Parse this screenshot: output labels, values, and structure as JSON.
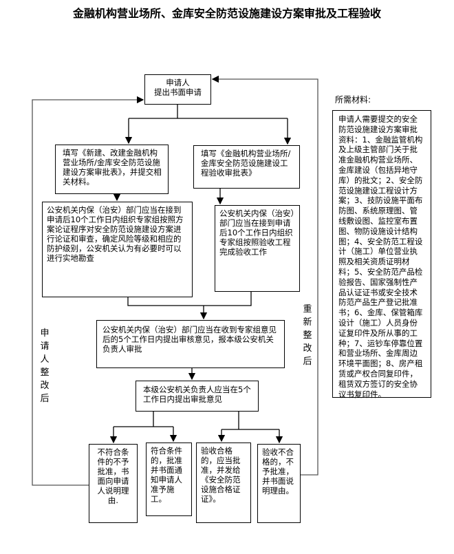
{
  "title": "金融机构营业场所、金库安全防范设施建设方案审批及工程验收",
  "start": {
    "line1": "申请人",
    "line2": "提出书面申请"
  },
  "fill_plan": "填写《新建、改建金融机构营业场所/金库安全防范设施建设方案审批表》，并提交相关材料。",
  "fill_accept": "填写《金融机构营业场所/金库安全防范设施建设工程验收审批表》",
  "plan_review": "公安机关内保（治安）部门应当在接到申请后10个工作日内组织专家组按照方案论证程序对安全防范设施建设方案进行论证和审查，确定风险等级和相应的防护级别，公安机关认为有必要时可以进行实地勘查",
  "accept_review": "公安机关内保（治安）部门应当在接到申请后10个工作日内组织专家组按照验收工程完成验收工作",
  "audit": "公安机关内保（治安）部门应当在收到专家组意见后的5个工作日内提出审核意见，报本级公安机关负责人审批",
  "approve": "本级公安机关负责人应当在5个工作日内提出审批意见",
  "outcomes": [
    "不符合条件的不予批准，书面向申请人说明理由.",
    "符合条件的，批准并书面通知申请人准予施工。",
    "验收合格的，应当批准，并发给《安全防范设施合格证证》。",
    "验收不合格的，不予批准，并书面说明理由。"
  ],
  "left_loop_label": "申请人整改后",
  "right_loop_label": "重新整改后",
  "materials": {
    "heading": "所需材料:",
    "text": "申请人需要提交的安全防范设施建设方案审批资料：1、金融监管机构及上级主管部门关于批准金融机构营业场所、金库建设（包括异地守库）的批文；2、安全防范设施建设工程设计方案；3、技防设施平面布防图、系统原理图、管线敷设图、监控室布置图、物防设施设计结构图；4、安全防范工程设计（施工）单位营业执照及相关资质证明材料；5、安全防范产品检验报告、国家强制性产品认证证书或安全技术防范产品生产登记批准书；6、金库、保管箱库设计（施工）人员身份证复印件及所从事的工种；7、运钞车停靠位置和营业场所、金库周边环境平面图；8、房产租赁或产权合同复印件，租赁双方签订的安全协议书复印件。"
  }
}
